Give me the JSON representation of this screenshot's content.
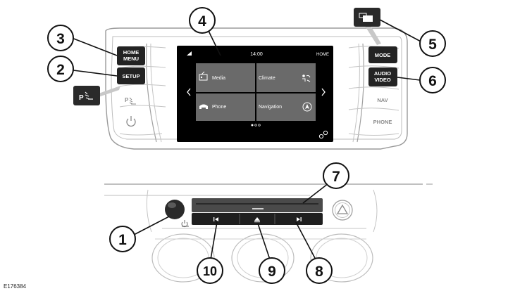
{
  "figure_code": "E176384",
  "buttons": {
    "home_menu": [
      "HOME",
      "MENU"
    ],
    "setup": "SETUP",
    "mode": "MODE",
    "audio_video": [
      "AUDIO",
      "VIDEO"
    ],
    "nav": "NAV",
    "phone": "PHONE"
  },
  "screen": {
    "clock": "14:00",
    "home_label": "HOME",
    "tiles": [
      {
        "label": "Media",
        "icon": "media-icon"
      },
      {
        "label": "Climate",
        "icon": "climate-icon"
      },
      {
        "label": "Phone",
        "icon": "phone-icon"
      },
      {
        "label": "Navigation",
        "icon": "navigation-icon"
      }
    ]
  },
  "callouts": [
    "1",
    "2",
    "3",
    "4",
    "5",
    "6",
    "7",
    "8",
    "9",
    "10"
  ],
  "icons": [
    "signal-icon",
    "chevron-left-icon",
    "chevron-right-icon",
    "link-icon",
    "parking-sensor-icon",
    "power-icon",
    "hazard-icon",
    "eject-icon",
    "skip-back-icon",
    "skip-forward-icon",
    "volume-knob",
    "mode-switch-icon",
    "parking-aid-icon"
  ]
}
